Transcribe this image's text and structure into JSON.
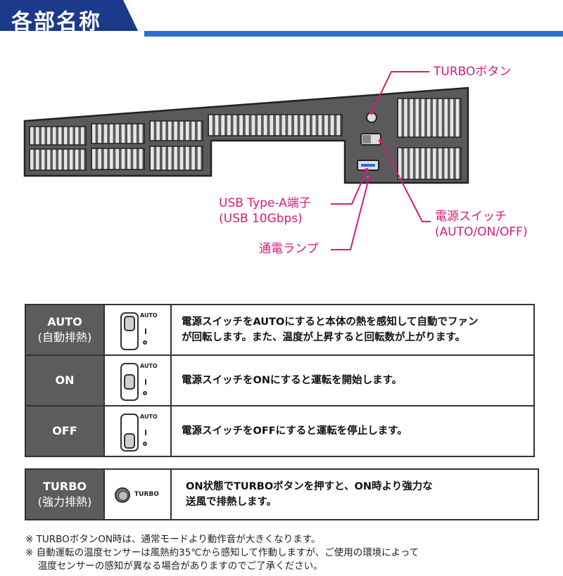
{
  "header": {
    "title": "各部名称",
    "bar_color": "#1b3a8a",
    "accent_color": "#2a6cd6"
  },
  "callouts": {
    "turbo_button": "TURBOボタン",
    "usb_port_line1": "USB Type-A端子",
    "usb_port_line2": "(USB 10Gbps)",
    "power_lamp": "通電ランプ",
    "power_switch_line1": "電源スイッチ",
    "power_switch_line2": "(AUTO/ON/OFF)",
    "callout_color": "#d21d7c"
  },
  "modes": [
    {
      "label_line1": "AUTO",
      "label_line2": "(自動排熱)",
      "switch_position": "top",
      "switch_text": "AUTO",
      "desc_line1": "電源スイッチをAUTOにすると本体の熱を感知して自動でファン",
      "desc_line2": "が回転します。また、温度が上昇すると回転数が上がります。"
    },
    {
      "label_line1": "ON",
      "switch_position": "middle",
      "switch_text": "AUTO",
      "desc_line1": "電源スイッチをONにすると運転を開始します。"
    },
    {
      "label_line1": "OFF",
      "switch_position": "bottom",
      "switch_text": "AUTO",
      "desc_line1": "電源スイッチをOFFにすると運転を停止します。"
    }
  ],
  "turbo": {
    "label_line1": "TURBO",
    "label_line2": "(強力排熱)",
    "icon_text": "TURBO",
    "desc_line1": "ON状態でTURBOボタンを押すと、ON時より強力な",
    "desc_line2": "送風で排熱します。"
  },
  "notes": [
    "※ TURBOボタンON時は、通常モードより動作音が大きくなります。",
    "※ 自動運転の温度センサーは風熱約35℃から感知して作動しますが、ご使用の環境によって",
    "　 温度センサーの感知が異なる場合がありますのでご了承ください。"
  ]
}
